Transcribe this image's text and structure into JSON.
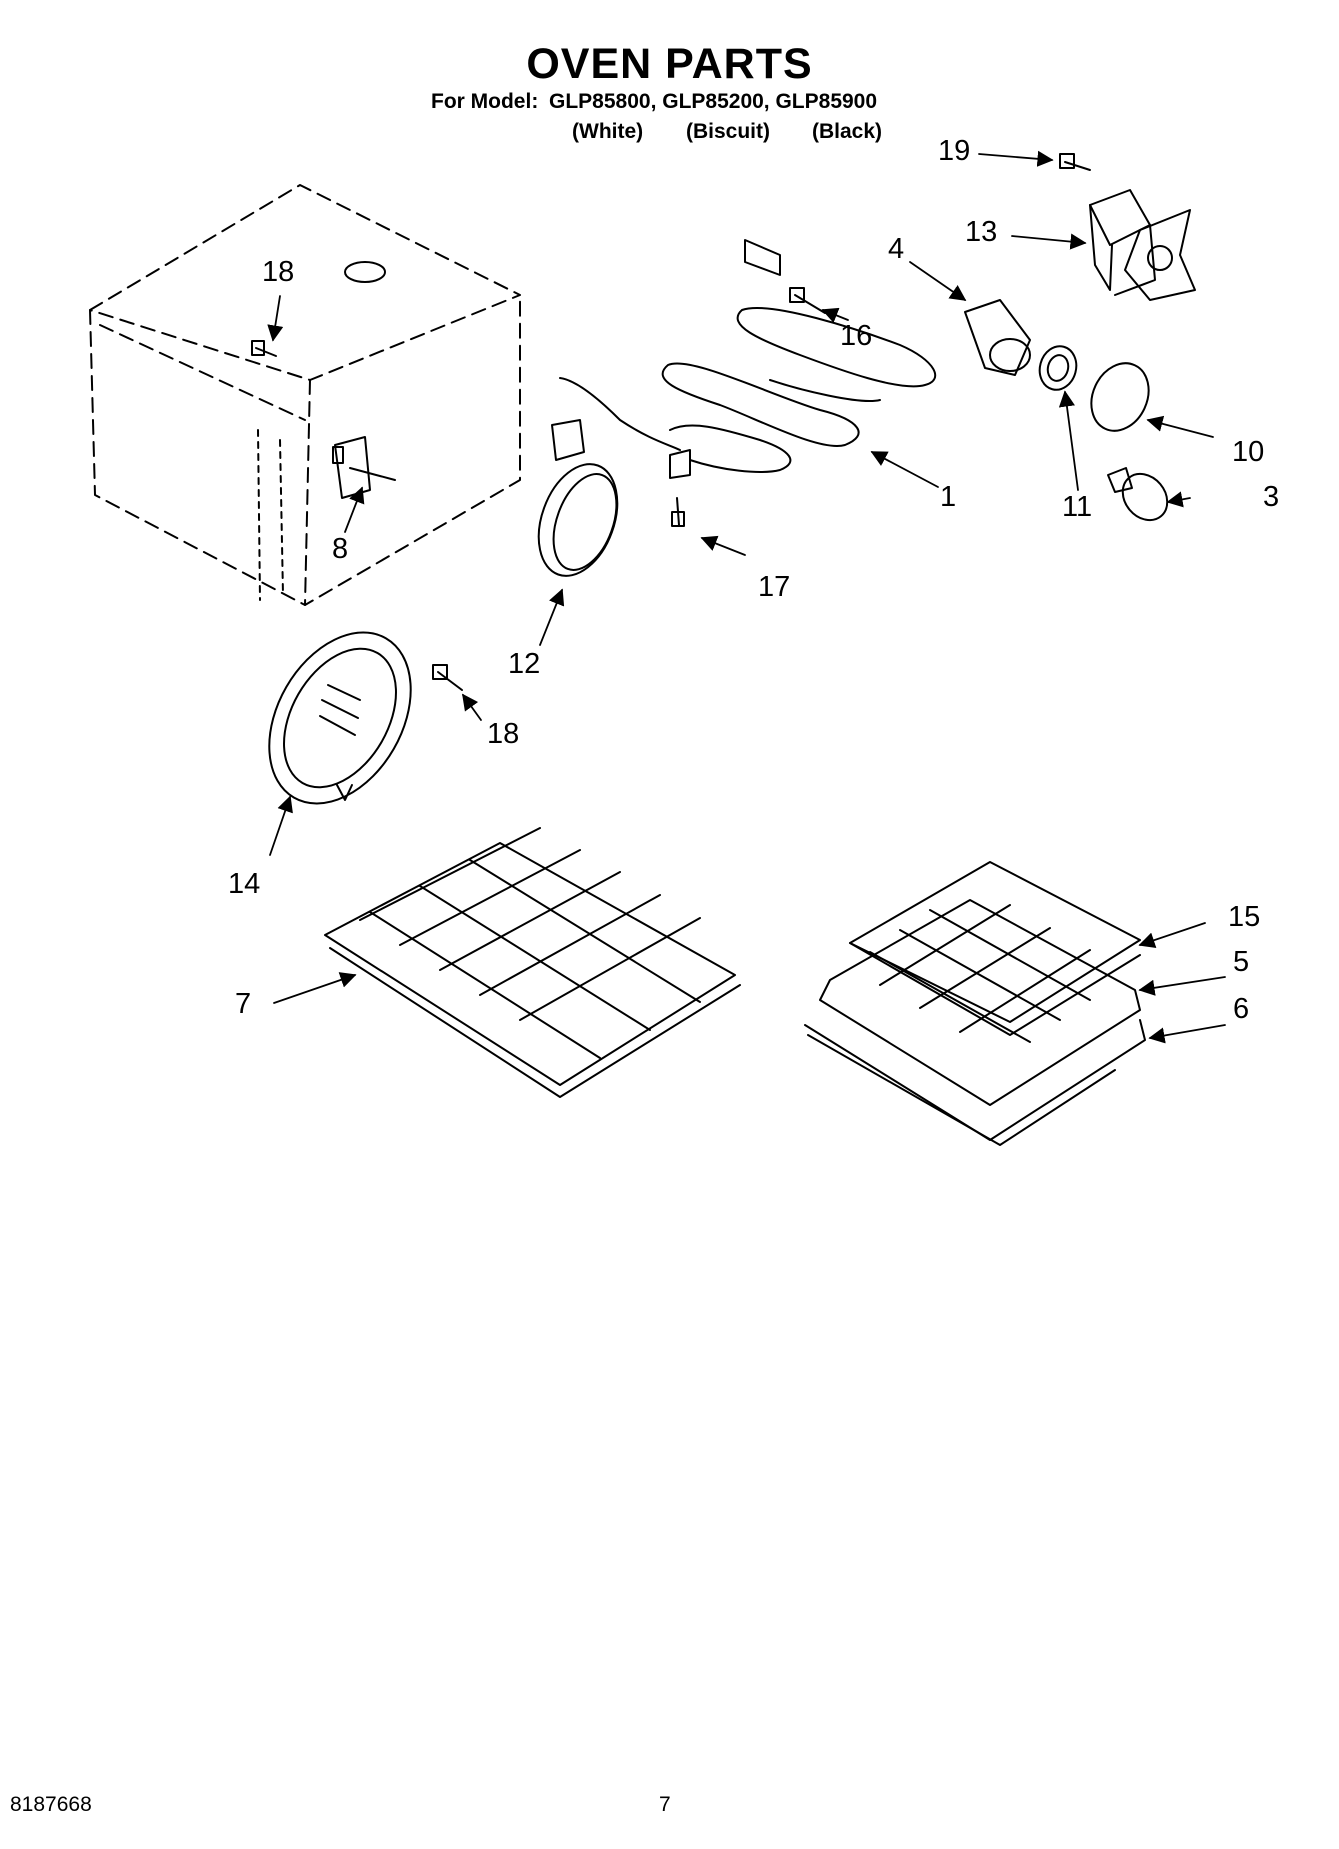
{
  "header": {
    "title": "OVEN PARTS",
    "model_prefix": "For Model:",
    "models": "GLP85800, GLP85200, GLP85900",
    "colors": [
      "(White)",
      "(Biscuit)",
      "(Black)"
    ]
  },
  "callouts": {
    "c1": "1",
    "c3": "3",
    "c4": "4",
    "c5": "5",
    "c6": "6",
    "c7": "7",
    "c8": "8",
    "c10": "10",
    "c11": "11",
    "c12": "12",
    "c13": "13",
    "c14": "14",
    "c15": "15",
    "c16": "16",
    "c17": "17",
    "c18a": "18",
    "c18b": "18",
    "c19": "19"
  },
  "footer": {
    "doc_number": "8187668",
    "page_number": "7"
  }
}
